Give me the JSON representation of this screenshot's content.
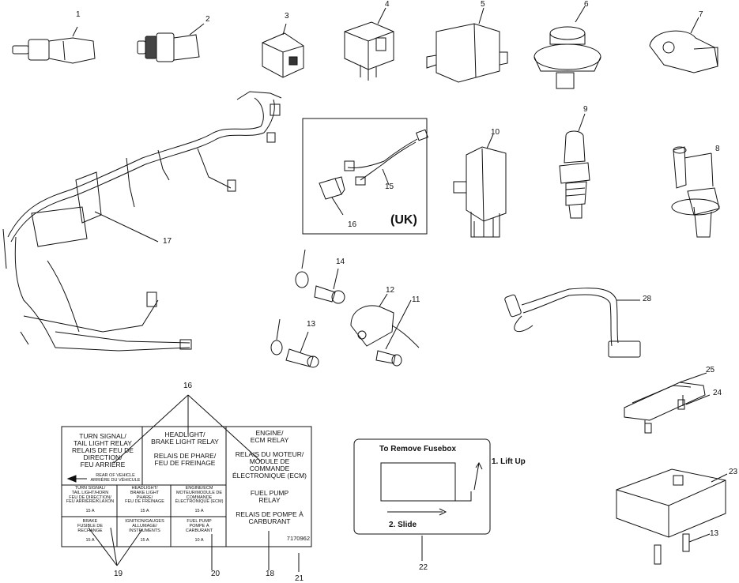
{
  "callouts": {
    "c1": "1",
    "c2": "2",
    "c3": "3",
    "c4": "4",
    "c5": "5",
    "c6": "6",
    "c7": "7",
    "c8": "8",
    "c9": "9",
    "c10": "10",
    "c11": "11",
    "c12": "12",
    "c13a": "13",
    "c13b": "13",
    "c14": "14",
    "c15": "15",
    "c16a": "16",
    "c16b": "16",
    "c17": "17",
    "c18": "18",
    "c19": "19",
    "c20": "20",
    "c21": "21",
    "c22": "22",
    "c23": "23",
    "c24": "24",
    "c25": "25",
    "c28": "28"
  },
  "uk_inset": {
    "label": "(UK)"
  },
  "relay_label": {
    "turn_signal": "TURN SIGNAL/\nTAIL LIGHT RELAY\nRELAIS DE FEU DE\nDIRECTION/\nFEU ARRIÈRE",
    "headlight": "HEADLIGHT/\nBRAKE LIGHT RELAY\n\nRELAIS DE PHARE/\nFEU DE FREINAGE",
    "engine": "ENGINE/\nECM RELAY\n\nRELAIS DU MOTEUR/\nMODULE DE\nCOMMANDE\nÉLECTRONIQUE (ECM)",
    "rear_of_vehicle": "REAR OF VEHICLE\nARRIÈRE DU VÉHICULE",
    "fuse_turn": "TURN SIGNAL/\nTAIL LIGHT/HORN\nFEU DE DIRECTION/\nFEU ARRIÈRE/KLAXON",
    "fuse_turn_amp": "15 A",
    "fuse_head": "HEADLIGHT/\nBRAKE LIGHT\nPHARE/\nFEU DE FREINAGE",
    "fuse_head_amp": "15 A",
    "fuse_engine": "ENGINE/ECM\nMOTEUR/MODULE DE\nCOMMANDE\nÉLECTRONIQUE (ECM)",
    "fuse_engine_amp": "15 A",
    "fuel_pump_relay": "FUEL PUMP\nRELAY\n\nRELAIS DE POMPE À\nCARBURANT",
    "fuse_brake": "BRAKE\nFUSIBLE DE\nRECHANGE",
    "fuse_brake_amp": "15 A",
    "fuse_ignition": "IGNITION/GAUGES\nALLUMAGE/\nINSTRUMENTS",
    "fuse_ignition_amp": "15 A",
    "fuse_fuelpump": "FUEL PUMP\nPOMPE À\nCARBURANT",
    "fuse_fuelpump_amp": "10 A",
    "part_number": "7170962"
  },
  "fusebox_label": {
    "title": "To Remove Fusebox",
    "step1": "1. Lift Up",
    "step2": "2. Slide"
  }
}
